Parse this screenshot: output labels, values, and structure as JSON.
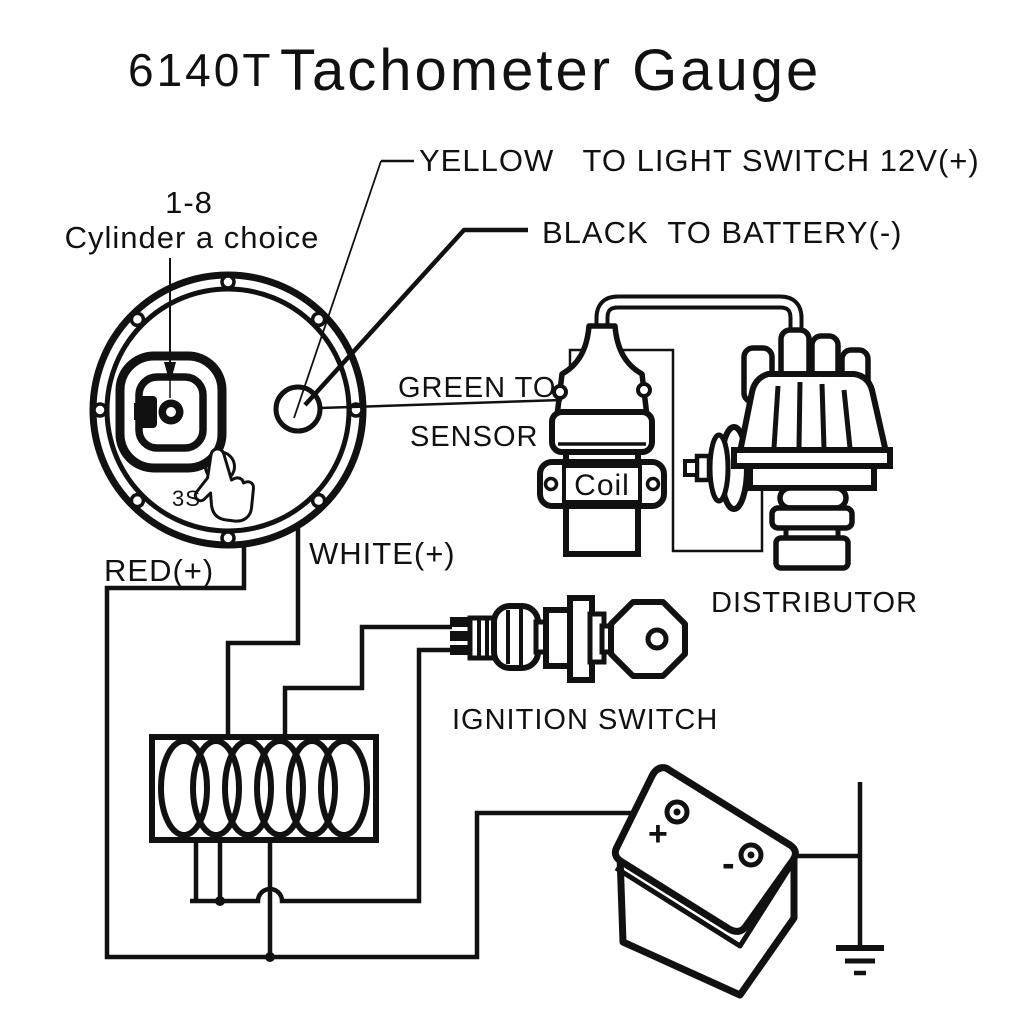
{
  "title": {
    "model": "6140T",
    "text": "Tachometer Gauge"
  },
  "wire_labels": {
    "yellow": "YELLOW   TO LIGHT SWITCH 12V(+)",
    "black": "BLACK  TO BATTERY(-)",
    "green_line1": "GREEN TO",
    "green_line2": "SENSOR",
    "red": "RED(+)",
    "white": "WHITE(+)"
  },
  "component_labels": {
    "cylinder_range": "1-8",
    "cylinder_note": "Cylinder a choice",
    "coil": "Coil",
    "distributor": "DISTRIBUTOR",
    "ignition_switch": "IGNITION SWITCH",
    "press_hold": "3S",
    "battery_positive": "+",
    "battery_negative": "-"
  },
  "colors": {
    "ink": "#111111",
    "background": "#ffffff"
  }
}
